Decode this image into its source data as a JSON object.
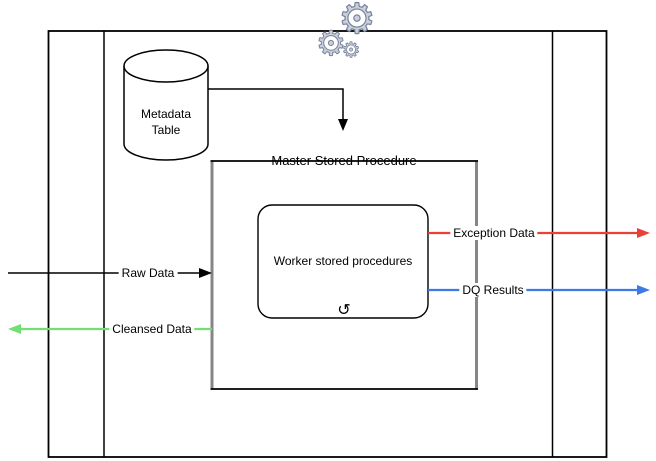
{
  "nodes": {
    "metadata_table": {
      "label": "Metadata Table"
    },
    "master": {
      "label": "Master Stored Procedure"
    },
    "worker": {
      "label": "Worker stored procedures"
    }
  },
  "edges": {
    "raw": {
      "label": "Raw Data",
      "color": "#000000"
    },
    "cleansed": {
      "label": "Cleansed Data",
      "color": "#72DF72"
    },
    "exception": {
      "label": "Exception Data",
      "color": "#E74235"
    },
    "dq": {
      "label": "DQ Results",
      "color": "#3D7AE8"
    },
    "metadata_to_master": {
      "color": "#000000"
    }
  },
  "icons": {
    "gears": {
      "glyph": "⚙",
      "fill": "#C9CFDB",
      "stroke": "#79829B"
    },
    "loop": {
      "glyph": "↺"
    }
  },
  "frame": {
    "border_color": "#000000",
    "container_edge_color": "#868686",
    "shape_fill": "#FFFFFF"
  }
}
